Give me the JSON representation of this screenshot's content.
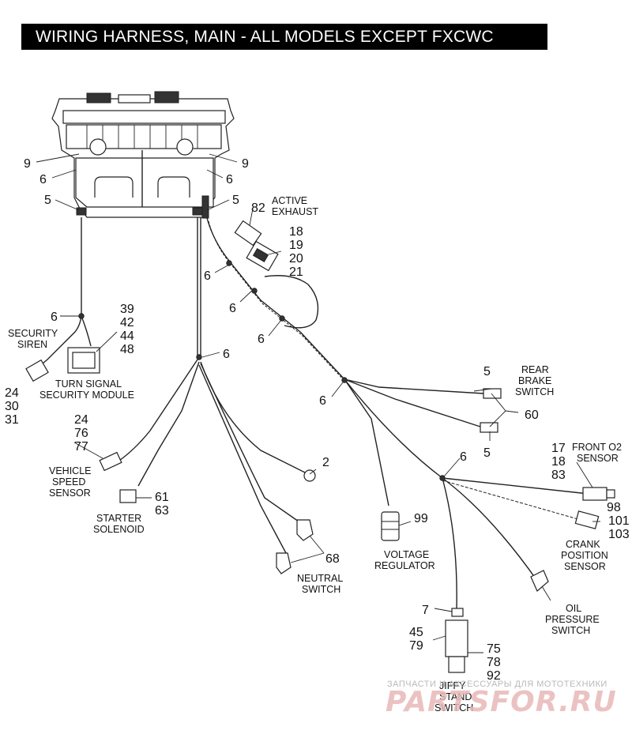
{
  "title": "WIRING HARNESS, MAIN - ALL MODELS EXCEPT FXCWC",
  "labels": {
    "active_exhaust": [
      "ACTIVE",
      "EXHAUST"
    ],
    "security_siren": [
      "SECURITY",
      "SIREN"
    ],
    "turn_signal_module": [
      "TURN SIGNAL",
      "SECURITY MODULE"
    ],
    "vehicle_speed_sensor": [
      "VEHICLE",
      "SPEED",
      "SENSOR"
    ],
    "starter_solenoid": [
      "STARTER",
      "SOLENOID"
    ],
    "neutral_switch": [
      "NEUTRAL",
      "SWITCH"
    ],
    "voltage_regulator": [
      "VOLTAGE",
      "REGULATOR"
    ],
    "rear_brake_switch": [
      "REAR",
      "BRAKE",
      "SWITCH"
    ],
    "front_o2_sensor": [
      "FRONT O2",
      "SENSOR"
    ],
    "crank_position_sensor": [
      "CRANK",
      "POSITION",
      "SENSOR"
    ],
    "oil_pressure_switch": [
      "OIL",
      "PRESSURE",
      "SWITCH"
    ],
    "jiffy_stand_switch": [
      "JIFFY",
      "STAND",
      "SWITCH"
    ]
  },
  "callouts": {
    "c9_left": "9",
    "c6_left": "6",
    "c5_left": "5",
    "c9_right": "9",
    "c6_right": "6",
    "c5_right": "5",
    "c82": "82",
    "c18_21": [
      "18",
      "19",
      "20",
      "21"
    ],
    "c6_a": "6",
    "c6_b": "6",
    "c6_c": "6",
    "c6_siren": "6",
    "c39_48": [
      "39",
      "42",
      "44",
      "48"
    ],
    "c6_split": "6",
    "c24_31": [
      "24",
      "30",
      "31"
    ],
    "c24_77": [
      "24",
      "76",
      "77"
    ],
    "c61_63": [
      "61",
      "63"
    ],
    "c2": "2",
    "c68": "68",
    "c6_right_branch": "6",
    "c5_brake_top": "5",
    "c60": "60",
    "c5_brake_bottom": "5",
    "c17_83": [
      "17",
      "18",
      "83"
    ],
    "c6_o2": "6",
    "c98_103": [
      "98",
      "101",
      "103"
    ],
    "c99": "99",
    "c7": "7",
    "c45_79": [
      "45",
      "79"
    ],
    "c75_92": [
      "75",
      "78",
      "92"
    ]
  },
  "watermark": {
    "top_text": "ЗАПЧАСТИ И АКСЕССУАРЫ ДЛЯ МОТОТЕХНИКИ",
    "logo_text": "PARTSFOR.RU"
  }
}
